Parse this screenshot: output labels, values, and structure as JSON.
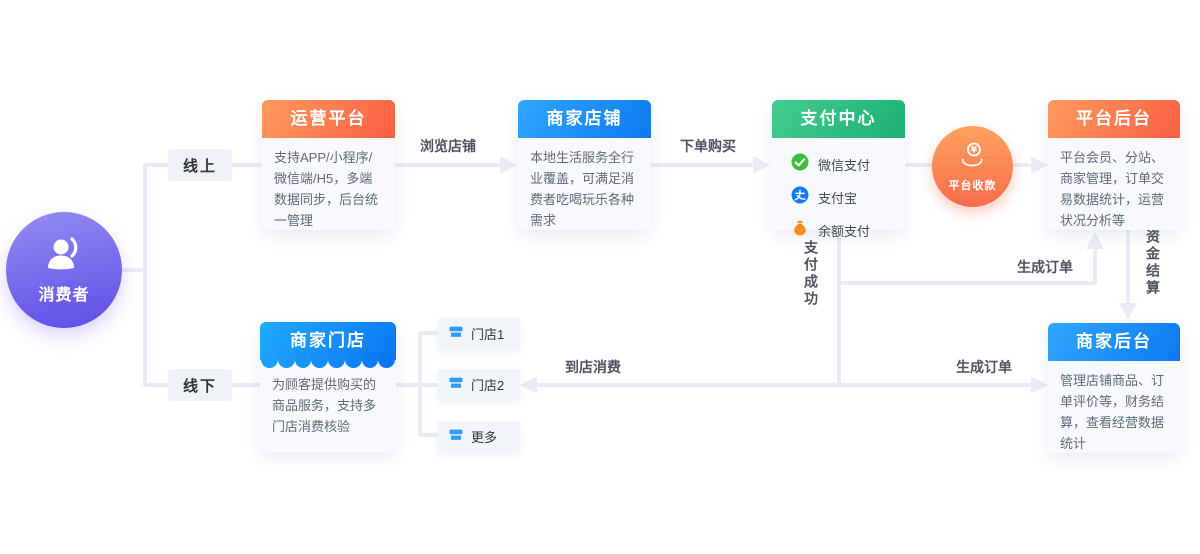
{
  "consumer": {
    "label": "消费者"
  },
  "branches": {
    "online": "线上",
    "offline": "线下"
  },
  "cards": {
    "operation": {
      "title": "运营平台",
      "body": "支持APP/小程序/微信端/H5，多端数据同步，后台统一管理"
    },
    "shop": {
      "title": "商家店铺",
      "body": "本地生活服务全行业覆盖，可满足消费者吃喝玩乐各种需求"
    },
    "payment": {
      "title": "支付中心",
      "items": [
        {
          "name": "微信支付",
          "icon": "wechat-pay-icon"
        },
        {
          "name": "支付宝",
          "icon": "alipay-icon"
        },
        {
          "name": "余额支付",
          "icon": "balance-pay-icon"
        }
      ]
    },
    "platform_admin": {
      "title": "平台后台",
      "body": "平台会员、分站、商家管理，订单交易数据统计，运营状况分析等"
    },
    "store": {
      "title": "商家门店",
      "body": "为顾客提供购买的商品服务，支持多门店消费核验"
    },
    "merchant_admin": {
      "title": "商家后台",
      "body": "管理店铺商品、订单评价等，财务结算，查看经营数据统计"
    }
  },
  "collection_badge": {
    "label": "平台收款",
    "icon": "collect-money-icon"
  },
  "stores": [
    {
      "label": "门店1",
      "icon": "storefront-icon"
    },
    {
      "label": "门店2",
      "icon": "storefront-icon"
    },
    {
      "label": "更多",
      "icon": "storefront-icon"
    }
  ],
  "edge_labels": {
    "browse": "浏览店铺",
    "order": "下单购买",
    "pay_success": "支付成功",
    "gen_order_top": "生成订单",
    "gen_order_bottom": "生成订单",
    "fund_settle": "资金结算",
    "in_store": "到店消费"
  },
  "colors": {
    "purple": "#6F5FE9",
    "orange_header": "#FA5F43",
    "blue_header": "#0E79F2",
    "green_header": "#1EB173",
    "badge_orange": "#F66C4D",
    "line_gray": "#E8ECF4",
    "wechat_green": "#3EBE3E",
    "alipay_blue": "#1677FF",
    "balance_orange": "#FF8A1E",
    "store_icon_blue": "#2E9BFF"
  }
}
